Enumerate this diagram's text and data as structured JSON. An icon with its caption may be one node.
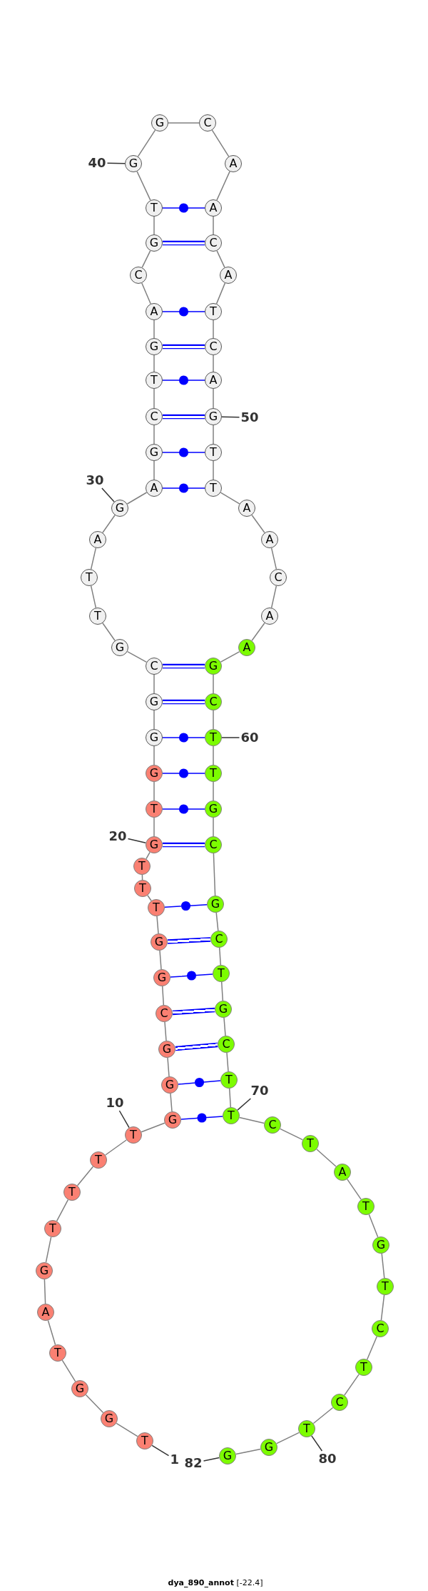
{
  "diagram": {
    "caption": "**dya_890_annot** [-22.4]",
    "nodes": [
      {
        "text": [
          "T"
        ]
      },
      {
        "text": [
          "G"
        ]
      },
      {
        "text": [
          "G"
        ]
      },
      {
        "text": [
          "T"
        ]
      },
      {
        "text": [
          "A"
        ]
      },
      {
        "text": [
          "G"
        ]
      },
      {
        "text": [
          "T"
        ]
      },
      {
        "text": [
          "T"
        ]
      },
      {
        "text": [
          "T"
        ]
      },
      {
        "text": [
          "T"
        ]
      },
      {
        "text": [
          "G"
        ]
      },
      {
        "text": [
          "G"
        ]
      },
      {
        "text": [
          "G"
        ]
      },
      {
        "text": [
          "C"
        ]
      },
      {
        "text": [
          "G"
        ]
      },
      {
        "text": [
          "G"
        ]
      },
      {
        "text": [
          "T"
        ]
      },
      {
        "text": [
          "T"
        ]
      },
      {
        "text": [
          "T"
        ]
      },
      {
        "text": [
          "G"
        ]
      },
      {
        "text": [
          "T"
        ]
      },
      {
        "text": [
          "G"
        ]
      },
      {
        "text": [
          "G"
        ]
      },
      {
        "text": [
          "G"
        ]
      },
      {
        "text": [
          "C"
        ]
      },
      {
        "text": [
          "G"
        ]
      },
      {
        "text": [
          "T"
        ]
      },
      {
        "text": [
          "T"
        ]
      },
      {
        "text": [
          "A"
        ]
      },
      {
        "text": [
          "G"
        ]
      },
      {
        "text": [
          "A"
        ]
      },
      {
        "text": [
          "G"
        ]
      },
      {
        "text": [
          "C"
        ]
      },
      {
        "text": [
          "T"
        ]
      },
      {
        "text": [
          "G"
        ]
      },
      {
        "text": [
          "A"
        ]
      },
      {
        "text": [
          "C"
        ]
      },
      {
        "text": [
          "G"
        ]
      },
      {
        "text": [
          "T"
        ]
      },
      {
        "text": [
          "G"
        ]
      },
      {
        "text": [
          "G"
        ]
      },
      {
        "text": [
          "C"
        ]
      },
      {
        "text": [
          "A"
        ]
      },
      {
        "text": [
          "A"
        ]
      },
      {
        "text": [
          "C"
        ]
      },
      {
        "text": [
          "A"
        ]
      },
      {
        "text": [
          "T"
        ]
      },
      {
        "text": [
          "C"
        ]
      },
      {
        "text": [
          "A"
        ]
      },
      {
        "text": [
          "G"
        ]
      },
      {
        "text": [
          "T"
        ]
      },
      {
        "text": [
          "T"
        ]
      },
      {
        "text": [
          "A"
        ]
      },
      {
        "text": [
          "A"
        ]
      },
      {
        "text": [
          "C"
        ]
      },
      {
        "text": [
          "A"
        ]
      },
      {
        "text": [
          "A"
        ]
      },
      {
        "text": [
          "G"
        ]
      },
      {
        "text": [
          "C"
        ]
      },
      {
        "text": [
          "T"
        ]
      },
      {
        "text": [
          "T"
        ]
      },
      {
        "text": [
          "G"
        ]
      },
      {
        "text": [
          "C"
        ]
      },
      {
        "text": [
          "G"
        ]
      },
      {
        "text": [
          "C"
        ]
      },
      {
        "text": [
          "T"
        ]
      },
      {
        "text": [
          "G"
        ]
      },
      {
        "text": [
          "C"
        ]
      },
      {
        "text": [
          "T"
        ]
      },
      {
        "text": [
          "T"
        ]
      },
      {
        "text": [
          "C"
        ]
      },
      {
        "text": [
          "T"
        ]
      },
      {
        "text": [
          "A"
        ]
      },
      {
        "text": [
          "T"
        ]
      },
      {
        "text": [
          "G"
        ]
      },
      {
        "text": [
          "T"
        ]
      },
      {
        "text": [
          "C"
        ]
      },
      {
        "text": [
          "T"
        ]
      },
      {
        "text": [
          "C"
        ]
      },
      {
        "text": [
          "T"
        ]
      },
      {
        "text": [
          "G"
        ]
      },
      {
        "text": [
          "G"
        ]
      },
      {
        "text": [
          "40"
        ]
      },
      {
        "text": [
          "50"
        ]
      },
      {
        "text": [
          "30"
        ]
      },
      {
        "text": [
          "60"
        ]
      },
      {
        "text": [
          "20"
        ]
      },
      {
        "text": [
          "70"
        ]
      },
      {
        "text": [
          "10"
        ]
      },
      {
        "text": [
          "1"
        ]
      },
      {
        "text": [
          "82"
        ]
      },
      {
        "text": [
          "80"
        ]
      }
    ],
    "edges": [
      {
        "from": 0,
        "to": 1,
        "arrow": "none"
      },
      {
        "from": 1,
        "to": 2,
        "arrow": "none"
      },
      {
        "from": 2,
        "to": 3,
        "arrow": "none"
      },
      {
        "from": 3,
        "to": 4,
        "arrow": "none"
      },
      {
        "from": 4,
        "to": 5,
        "arrow": "none"
      },
      {
        "from": 5,
        "to": 6,
        "arrow": "none"
      },
      {
        "from": 6,
        "to": 7,
        "arrow": "none"
      },
      {
        "from": 7,
        "to": 8,
        "arrow": "none"
      },
      {
        "from": 8,
        "to": 9,
        "arrow": "none"
      },
      {
        "from": 9,
        "to": 10,
        "arrow": "none"
      },
      {
        "from": 10,
        "to": 11,
        "arrow": "none"
      },
      {
        "from": 11,
        "to": 12,
        "arrow": "none"
      },
      {
        "from": 12,
        "to": 13,
        "arrow": "none"
      },
      {
        "from": 13,
        "to": 14,
        "arrow": "none"
      },
      {
        "from": 14,
        "to": 15,
        "arrow": "none"
      },
      {
        "from": 15,
        "to": 16,
        "arrow": "none"
      },
      {
        "from": 16,
        "to": 17,
        "arrow": "none"
      },
      {
        "from": 17,
        "to": 18,
        "arrow": "none"
      },
      {
        "from": 18,
        "to": 19,
        "arrow": "none"
      },
      {
        "from": 19,
        "to": 20,
        "arrow": "none"
      },
      {
        "from": 20,
        "to": 21,
        "arrow": "none"
      },
      {
        "from": 21,
        "to": 22,
        "arrow": "none"
      },
      {
        "from": 22,
        "to": 23,
        "arrow": "none"
      },
      {
        "from": 23,
        "to": 24,
        "arrow": "none"
      },
      {
        "from": 24,
        "to": 25,
        "arrow": "none"
      },
      {
        "from": 25,
        "to": 26,
        "arrow": "none"
      },
      {
        "from": 26,
        "to": 27,
        "arrow": "none"
      },
      {
        "from": 27,
        "to": 28,
        "arrow": "none"
      },
      {
        "from": 28,
        "to": 29,
        "arrow": "none"
      },
      {
        "from": 29,
        "to": 30,
        "arrow": "none"
      },
      {
        "from": 30,
        "to": 31,
        "arrow": "none"
      },
      {
        "from": 31,
        "to": 32,
        "arrow": "none"
      },
      {
        "from": 32,
        "to": 33,
        "arrow": "none"
      },
      {
        "from": 33,
        "to": 34,
        "arrow": "none"
      },
      {
        "from": 34,
        "to": 35,
        "arrow": "none"
      },
      {
        "from": 35,
        "to": 36,
        "arrow": "none"
      },
      {
        "from": 36,
        "to": 37,
        "arrow": "none"
      },
      {
        "from": 37,
        "to": 38,
        "arrow": "none"
      },
      {
        "from": 38,
        "to": 39,
        "arrow": "none"
      },
      {
        "from": 39,
        "to": 40,
        "arrow": "none"
      },
      {
        "from": 40,
        "to": 41,
        "arrow": "none"
      },
      {
        "from": 41,
        "to": 42,
        "arrow": "none"
      },
      {
        "from": 42,
        "to": 43,
        "arrow": "none"
      },
      {
        "from": 43,
        "to": 44,
        "arrow": "none"
      },
      {
        "from": 44,
        "to": 45,
        "arrow": "none"
      },
      {
        "from": 45,
        "to": 46,
        "arrow": "none"
      },
      {
        "from": 46,
        "to": 47,
        "arrow": "none"
      },
      {
        "from": 47,
        "to": 48,
        "arrow": "none"
      },
      {
        "from": 48,
        "to": 49,
        "arrow": "none"
      },
      {
        "from": 49,
        "to": 50,
        "arrow": "none"
      },
      {
        "from": 50,
        "to": 51,
        "arrow": "none"
      },
      {
        "from": 51,
        "to": 52,
        "arrow": "none"
      },
      {
        "from": 52,
        "to": 53,
        "arrow": "none"
      },
      {
        "from": 53,
        "to": 54,
        "arrow": "none"
      },
      {
        "from": 54,
        "to": 55,
        "arrow": "none"
      },
      {
        "from": 55,
        "to": 56,
        "arrow": "none"
      },
      {
        "from": 56,
        "to": 57,
        "arrow": "none"
      },
      {
        "from": 57,
        "to": 58,
        "arrow": "none"
      },
      {
        "from": 58,
        "to": 59,
        "arrow": "none"
      },
      {
        "from": 59,
        "to": 60,
        "arrow": "none"
      },
      {
        "from": 60,
        "to": 61,
        "arrow": "none"
      },
      {
        "from": 61,
        "to": 62,
        "arrow": "none"
      },
      {
        "from": 62,
        "to": 63,
        "arrow": "none"
      },
      {
        "from": 63,
        "to": 64,
        "arrow": "none"
      },
      {
        "from": 64,
        "to": 65,
        "arrow": "none"
      },
      {
        "from": 65,
        "to": 66,
        "arrow": "none"
      },
      {
        "from": 66,
        "to": 67,
        "arrow": "none"
      },
      {
        "from": 67,
        "to": 68,
        "arrow": "none"
      },
      {
        "from": 68,
        "to": 69,
        "arrow": "none"
      },
      {
        "from": 69,
        "to": 70,
        "arrow": "none"
      },
      {
        "from": 70,
        "to": 71,
        "arrow": "none"
      },
      {
        "from": 71,
        "to": 72,
        "arrow": "none"
      },
      {
        "from": 72,
        "to": 73,
        "arrow": "none"
      },
      {
        "from": 73,
        "to": 74,
        "arrow": "none"
      },
      {
        "from": 74,
        "to": 75,
        "arrow": "none"
      },
      {
        "from": 75,
        "to": 76,
        "arrow": "none"
      },
      {
        "from": 76,
        "to": 77,
        "arrow": "none"
      },
      {
        "from": 77,
        "to": 78,
        "arrow": "none"
      },
      {
        "from": 78,
        "to": 79,
        "arrow": "none"
      },
      {
        "from": 79,
        "to": 80,
        "arrow": "none"
      },
      {
        "from": 80,
        "to": 81,
        "arrow": "none"
      },
      {
        "from": 10,
        "to": 69,
        "arrow": "none",
        "color": "#0000ff"
      },
      {
        "from": 11,
        "to": 68,
        "arrow": "none",
        "color": "#0000ff"
      },
      {
        "from": 12,
        "to": 67,
        "arrow": "none",
        "style": "thick",
        "color": "#0000ff"
      },
      {
        "from": 13,
        "to": 66,
        "arrow": "none",
        "style": "thick",
        "color": "#0000ff"
      },
      {
        "from": 14,
        "to": 65,
        "arrow": "none",
        "color": "#0000ff"
      },
      {
        "from": 15,
        "to": 64,
        "arrow": "none",
        "style": "thick",
        "color": "#0000ff"
      },
      {
        "from": 16,
        "to": 63,
        "arrow": "none",
        "color": "#0000ff"
      },
      {
        "from": 19,
        "to": 62,
        "arrow": "none",
        "style": "thick",
        "color": "#0000ff"
      },
      {
        "from": 20,
        "to": 61,
        "arrow": "none",
        "color": "#0000ff"
      },
      {
        "from": 21,
        "to": 60,
        "arrow": "none",
        "color": "#0000ff"
      },
      {
        "from": 22,
        "to": 59,
        "arrow": "none",
        "color": "#0000ff"
      },
      {
        "from": 23,
        "to": 58,
        "arrow": "none",
        "style": "thick",
        "color": "#0000ff"
      },
      {
        "from": 24,
        "to": 57,
        "arrow": "none",
        "style": "thick",
        "color": "#0000ff"
      },
      {
        "from": 30,
        "to": 51,
        "arrow": "none",
        "color": "#0000ff"
      },
      {
        "from": 31,
        "to": 50,
        "arrow": "none",
        "color": "#0000ff"
      },
      {
        "from": 32,
        "to": 49,
        "arrow": "none",
        "style": "thick",
        "color": "#0000ff"
      },
      {
        "from": 33,
        "to": 48,
        "arrow": "none",
        "color": "#0000ff"
      },
      {
        "from": 34,
        "to": 47,
        "arrow": "none",
        "style": "thick",
        "color": "#0000ff"
      },
      {
        "from": 35,
        "to": 46,
        "arrow": "none",
        "color": "#0000ff"
      },
      {
        "from": 37,
        "to": 44,
        "arrow": "none",
        "style": "thick",
        "color": "#0000ff"
      },
      {
        "from": 38,
        "to": 43,
        "arrow": "none",
        "color": "#0000ff"
      },
      {
        "from": 82,
        "to": 39,
        "arrow": "none",
        "color": "#333333"
      },
      {
        "from": 83,
        "to": 49,
        "arrow": "none",
        "color": "#333333"
      },
      {
        "from": 84,
        "to": 29,
        "arrow": "none",
        "color": "#333333"
      },
      {
        "from": 85,
        "to": 59,
        "arrow": "none",
        "color": "#333333"
      },
      {
        "from": 86,
        "to": 19,
        "arrow": "none",
        "color": "#333333"
      },
      {
        "from": 87,
        "to": 69,
        "arrow": "none",
        "color": "#333333"
      },
      {
        "from": 88,
        "to": 9,
        "arrow": "none",
        "color": "#333333"
      },
      {
        "from": 89,
        "to": 0,
        "arrow": "none",
        "color": "#333333"
      },
      {
        "from": 90,
        "to": 81,
        "arrow": "none",
        "color": "#333333"
      },
      {
        "from": 91,
        "to": 79,
        "arrow": "none",
        "color": "#333333"
      }
    ]
  }
}
